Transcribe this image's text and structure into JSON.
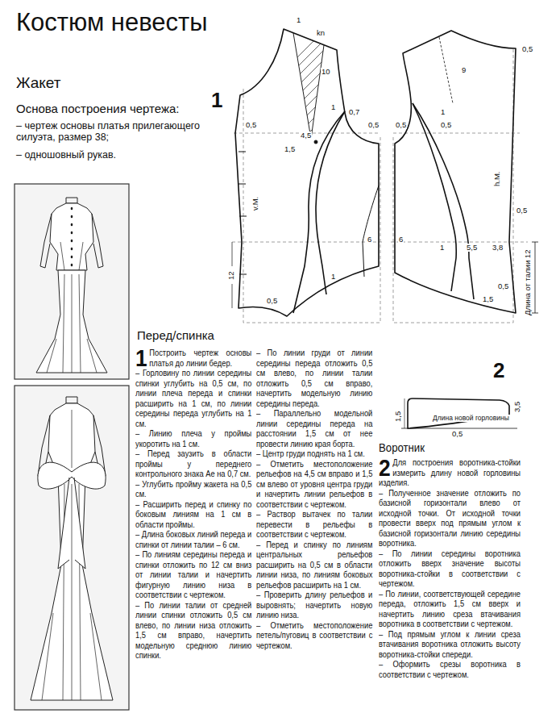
{
  "diagram": {
    "title": "Костюм невесты",
    "labels": [
      "Жакет",
      "Основа построения чертежа:",
      "– чертеж основы платья прилегающего силуэта, размер 38;",
      "– одношовный рукав.",
      "1",
      "2",
      "Перед/спинка",
      "1",
      "Построить чертеж основы платья до линии бедер.",
      "– Горловину по линии середины спинки углубить на 0,5 см, по линии плеча переда и спинки расширить на 1 см, по линии середины переда углубить на 1 см.",
      "– Линию плеча у проймы укоротить на 1 см.",
      "– Перед заузить в области проймы у переднего контрольного знака Ае на 0,7 см.",
      "– Углубить пройму жакета на 0,5 см.",
      "– Расширить перед и спинку по боковым линиям на 1 см в области проймы.",
      "– Длина боковых линий переда и спинки от линии талии – 6 см.",
      "– По линиям середины переда и спинки отложить по 12 см вниз от линии талии и начертить фигурную линию низа в соответствии с чертежом.",
      "– По линии талии от средней линии спинки отложить 0,5 см влево, по линии низа отложить 1,5 см вправо, начертить модельную среднюю линию спинки.",
      "– По линии груди от линии середины переда отложить 0,5 см влево, по линии талии отложить 0,5 см вправо, начертить модельную линию середины переда.",
      "– Параллельно модельной линии середины переда на расстоянии 1,5 см от нее провести линию края борта.",
      "– Центр груди поднять на 1 см.",
      "– Отметить местоположение рельефов на 4,5 см вправо и 1,5 см влево от уровня центра груди и начертить линии рельефов в соответствии с чертежом.",
      "– Раствор вытачек по талии перевести в рельефы в соответствии с чертежом.",
      "– Перед и спинку по линиям центральных рельефов расширить на 0,5 см в области линии низа, по линиям боковых рельефов расширить на 1 см.",
      "– Проверить длину рельефов и выровнять; начертить новую линию низа.",
      "– Отметить местоположение петель/пуговиц в соответствии с чертежом.",
      "Воротник",
      "2",
      "Для построения воротника-стойки измерить длину новой горловины изделия.",
      "– Полученное значение отложить по базисной горизонтали влево от исходной точки. От исходной точки провести вверх под прямым углом к базисной горизонтали линию середины воротника.",
      "– По линии середины воротника отложить вверх значение высоты воротника-стойки в соответствии с чертежом.",
      "– По линии, соответствующей середине переда, отложить 1,5 см вверх и начертить линию среза втачивания воротника в соответствии с чертежом.",
      "– Под прямым углом к линии среза втачивания воротника отложить высоту воротника-стойки спереди.",
      "– Оформить срезы воротника в соответствии с чертежом.",
      "1",
      "kn",
      "10",
      "0,5",
      "0,5",
      "1",
      "0,7",
      "4,5",
      "1,5",
      "v.M.",
      "12",
      "0,5",
      "1",
      "6",
      "0,5",
      "9",
      "1",
      "0,5",
      "0,5",
      "h.M.",
      "0,5",
      "6",
      "1",
      "5,5",
      "3,8",
      "Длина от талии 12",
      "0,5",
      "1,5",
      "1,5",
      "3,5",
      "Длина новой горловины",
      "0,5"
    ]
  }
}
